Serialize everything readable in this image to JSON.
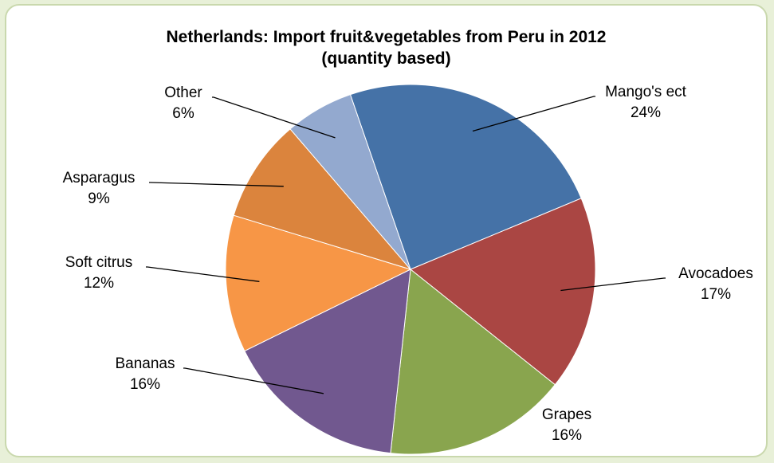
{
  "chart_data": {
    "type": "pie",
    "title_line1": "Netherlands: Import fruit&vegetables from Peru in 2012",
    "title_line2": "(quantity based)",
    "slices": [
      {
        "label": "Mango's ect",
        "percent": "24%",
        "value": 24,
        "color": "#4572a7"
      },
      {
        "label": "Avocadoes",
        "percent": "17%",
        "value": 17,
        "color": "#aa4643"
      },
      {
        "label": "Grapes",
        "percent": "16%",
        "value": 16,
        "color": "#89a54e"
      },
      {
        "label": "Bananas",
        "percent": "16%",
        "value": 16,
        "color": "#71588f"
      },
      {
        "label": "Soft citrus",
        "percent": "12%",
        "value": 12,
        "color": "#f79646"
      },
      {
        "label": "Asparagus",
        "percent": "9%",
        "value": 9,
        "color": "#db843d"
      },
      {
        "label": "Other",
        "percent": "6%",
        "value": 6,
        "color": "#93a9cf"
      }
    ]
  }
}
